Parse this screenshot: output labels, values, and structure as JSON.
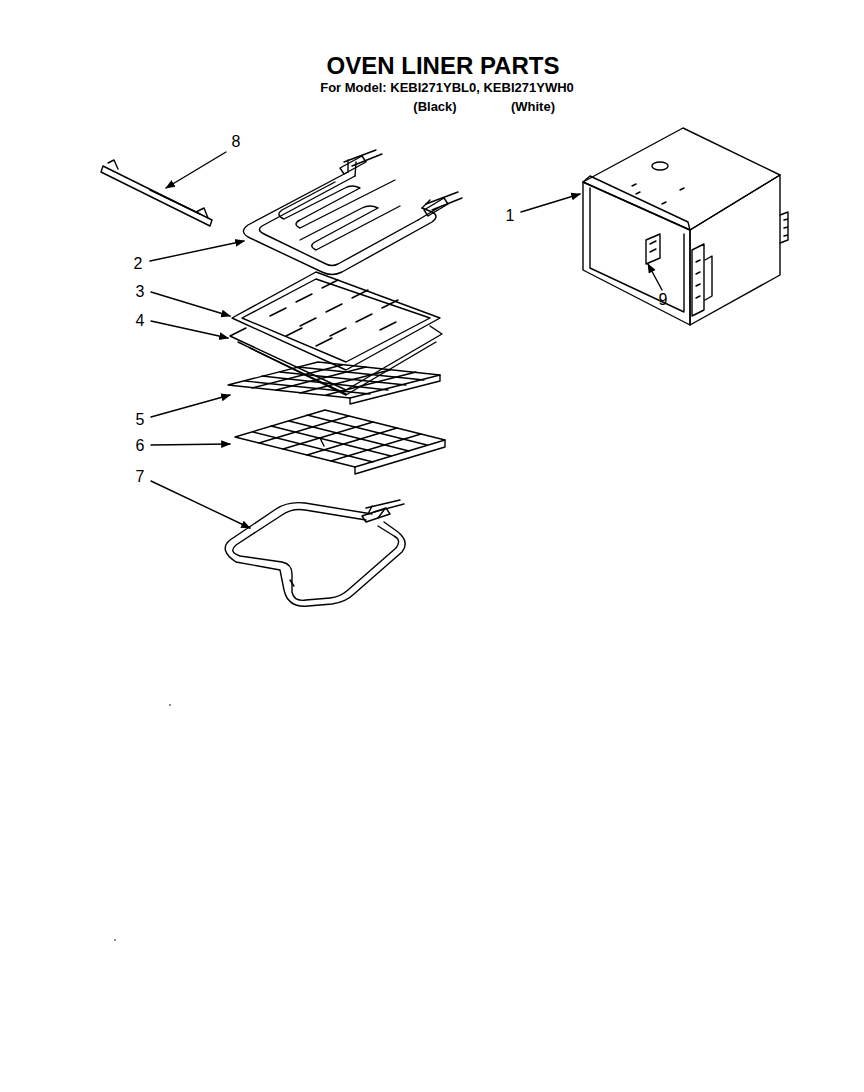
{
  "diagram": {
    "title": "OVEN LINER PARTS",
    "labels": [
      "For Model: KEBI271YBL0, KEBI271YWH0",
      "(Black)",
      "(White)",
      "8",
      "1",
      "2",
      "3",
      "4",
      "5",
      "6",
      "7",
      "9"
    ]
  }
}
